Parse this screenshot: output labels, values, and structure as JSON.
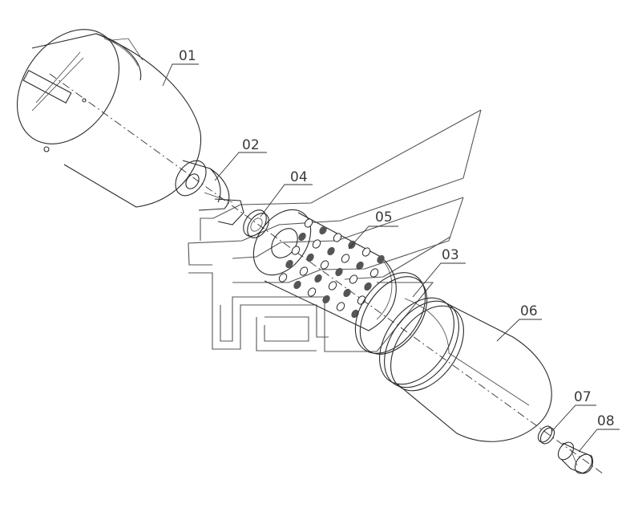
{
  "parts": [
    {
      "id": "01"
    },
    {
      "id": "02"
    },
    {
      "id": "04"
    },
    {
      "id": "05"
    },
    {
      "id": "03"
    },
    {
      "id": "06"
    },
    {
      "id": "07"
    },
    {
      "id": "08"
    }
  ]
}
